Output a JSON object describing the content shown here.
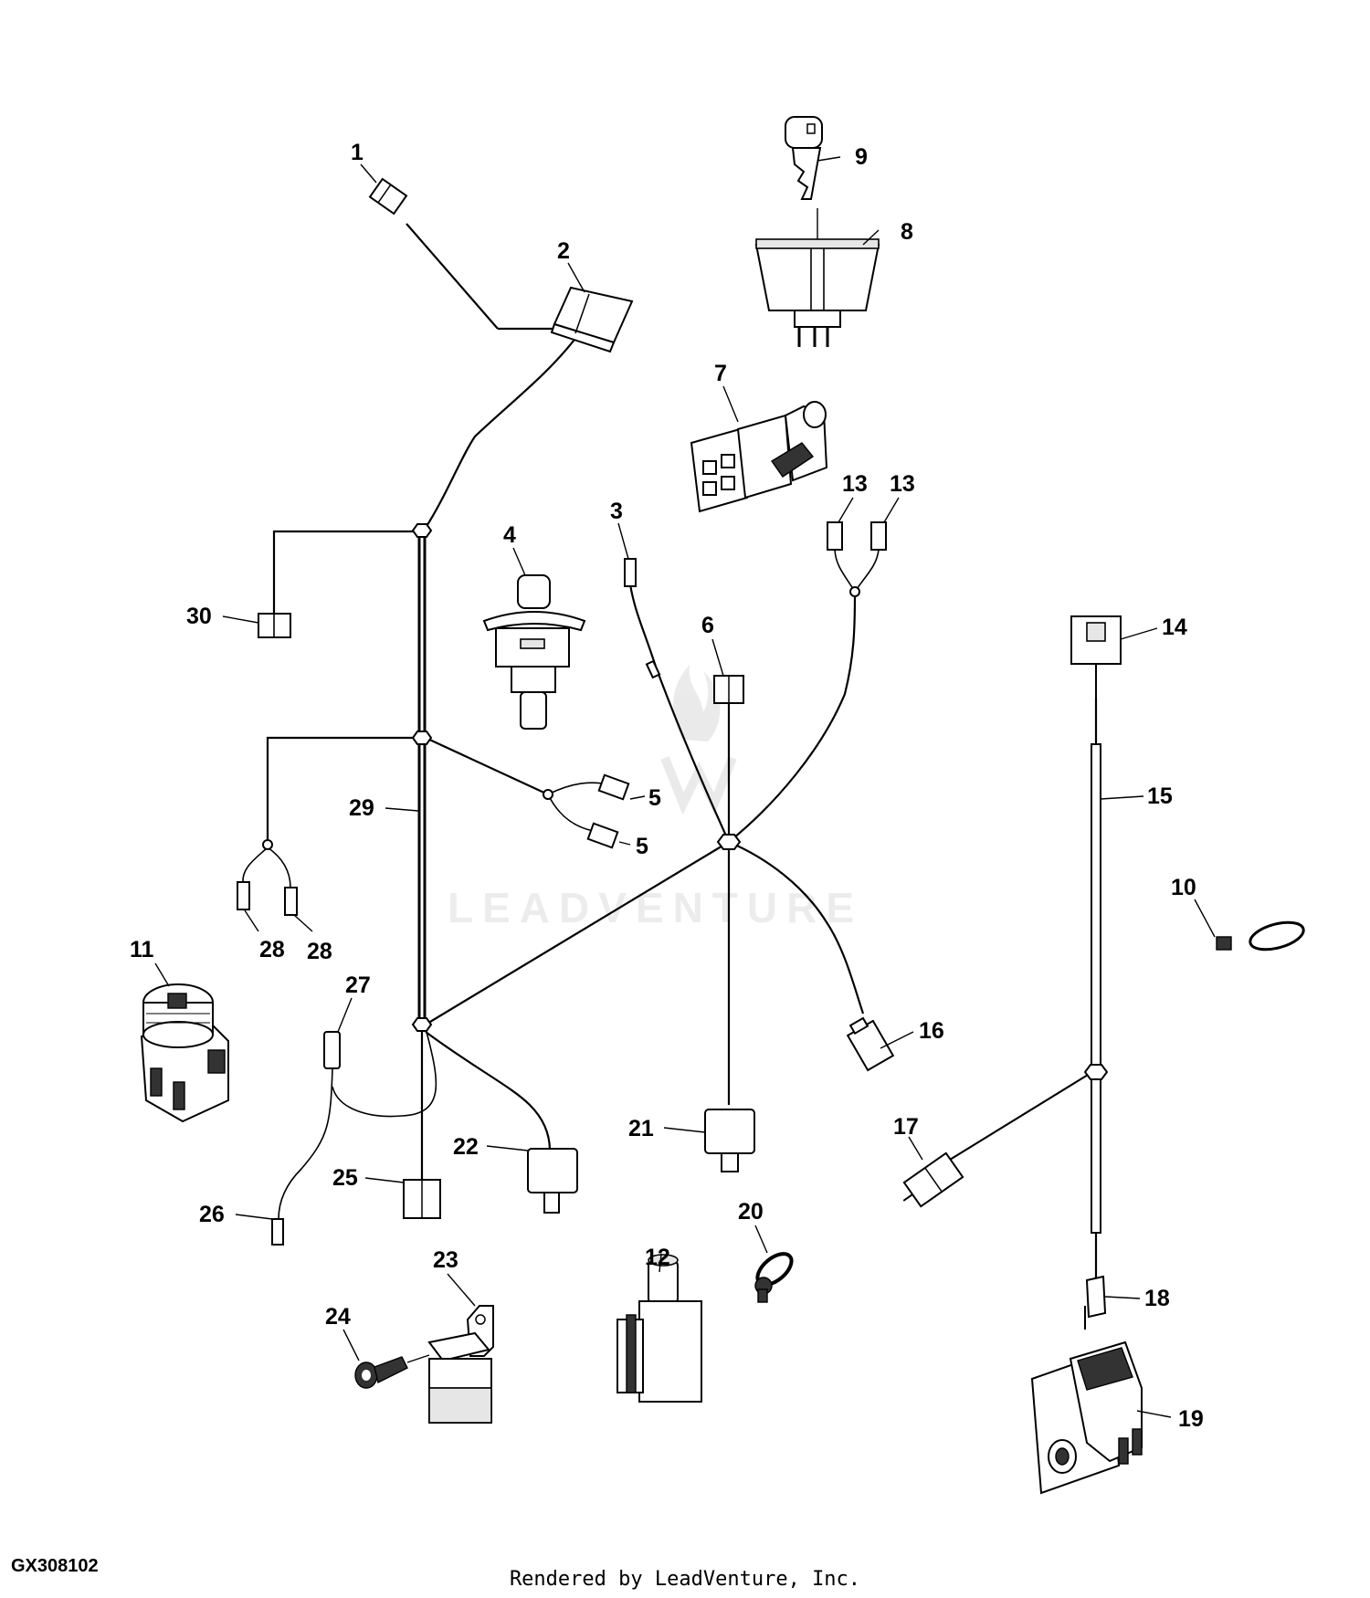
{
  "figure_id": "GX308102",
  "credit": "Rendered by LeadVenture, Inc.",
  "watermark": "LEADVENTURE",
  "callouts": [
    "1",
    "2",
    "3",
    "4",
    "5",
    "5",
    "6",
    "7",
    "8",
    "9",
    "10",
    "11",
    "12",
    "13",
    "13",
    "14",
    "15",
    "16",
    "17",
    "18",
    "19",
    "20",
    "21",
    "22",
    "23",
    "24",
    "25",
    "26",
    "27",
    "28",
    "28",
    "29",
    "30"
  ],
  "icons": [
    "connector-icon",
    "key-icon",
    "ignition-switch-icon",
    "seat-switch-icon",
    "plunger-switch-icon",
    "pto-switch-icon",
    "cable-tie-icon",
    "relay-icon",
    "mounting-bracket-icon",
    "screw-icon",
    "wire-clamp-icon",
    "light-switch-icon",
    "harness-junction-icon",
    "watermark-logo-icon"
  ]
}
